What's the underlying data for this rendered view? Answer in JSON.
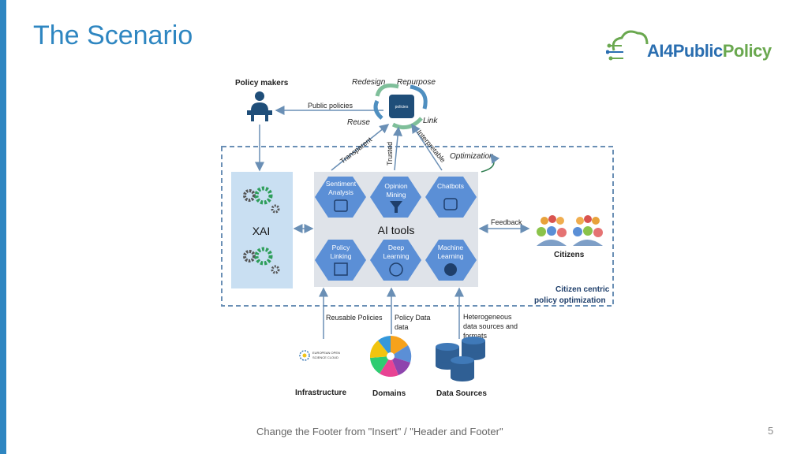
{
  "slide": {
    "title": "The Scenario",
    "footer": "Change the Footer from \"Insert\" / \"Header and Footer\"",
    "page_number": "5"
  },
  "logo": {
    "text_part1": "AI4Public",
    "text_part2": "Policy"
  },
  "diagram": {
    "policy_makers": "Policy makers",
    "public_policies": "Public policies",
    "redesign": "Redesign",
    "repurpose": "Repurpose",
    "reuse": "Reuse",
    "link": "Link",
    "policy_badge": "policies",
    "transparent": "Transparent",
    "trusted": "Trusted",
    "interpretable": "Interpretable",
    "optimization": "Optimization",
    "xai": "XAI",
    "ai_tools": "AI tools",
    "tools": [
      {
        "line1": "Sentiment",
        "line2": "Analysis"
      },
      {
        "line1": "Opinion",
        "line2": "Mining"
      },
      {
        "line1": "Chatbots",
        "line2": ""
      },
      {
        "line1": "Policy",
        "line2": "Linking"
      },
      {
        "line1": "Deep",
        "line2": "Learning"
      },
      {
        "line1": "Machine",
        "line2": "Learning"
      }
    ],
    "feedback": "Feedback",
    "citizens": "Citizens",
    "citizen_centric_1": "Citizen centric",
    "citizen_centric_2": "policy optimization",
    "reusable_policies": "Reusable Policies",
    "policy_data_1": "Policy Data",
    "policy_data_2": "data",
    "heterogeneous_1": "Heterogeneous",
    "heterogeneous_2": "data sources and",
    "heterogeneous_3": "formats",
    "eosc_1": "EUROPEAN OPEN",
    "eosc_2": "SCIENCE CLOUD",
    "infrastructure": "Infrastructure",
    "domains": "Domains",
    "data_sources": "Data Sources"
  },
  "colors": {
    "accent": "#2e86c1",
    "hexagon": "#5b8fd6",
    "xai_panel": "#c9dff2",
    "dash": "#6a8fb5"
  }
}
